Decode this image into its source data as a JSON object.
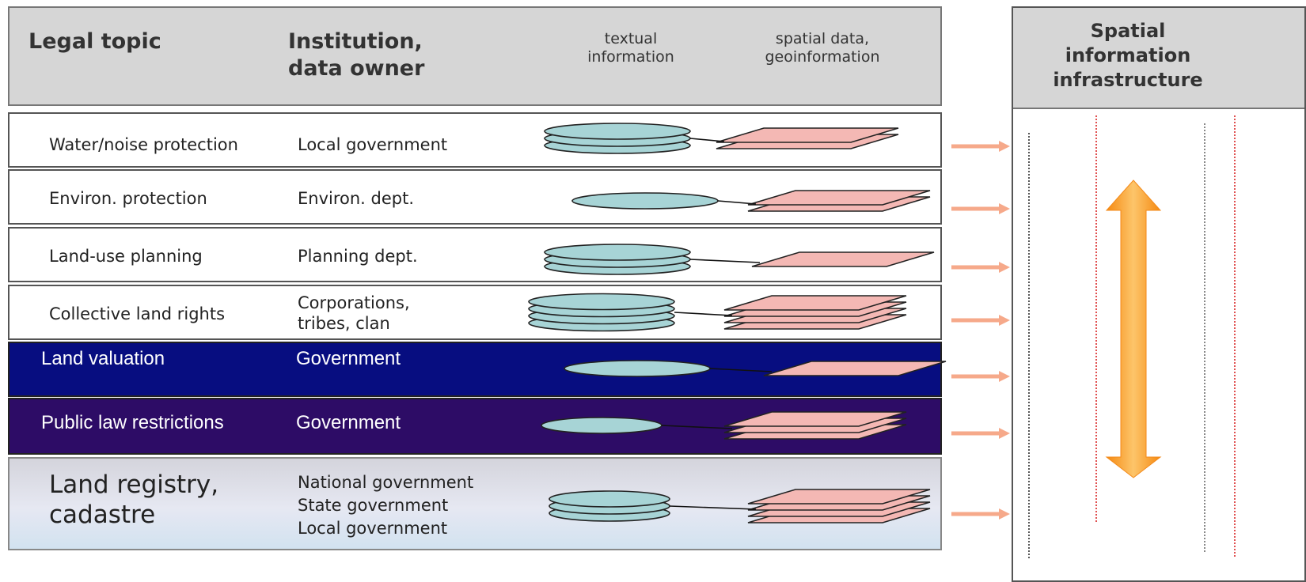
{
  "header": {
    "legal_topic": "Legal topic",
    "institution": "Institution,\ndata owner",
    "textual": "textual\ninformation",
    "spatial": "spatial data,\ngeoinformation"
  },
  "sdi": {
    "title": "Spatial\ninformation\ninfrastructure"
  },
  "rows": [
    {
      "topic": "Water/noise protection",
      "institution": "Local government",
      "disks": 3,
      "sheets": 2
    },
    {
      "topic": "Environ. protection",
      "institution": "Environ. dept.",
      "disks": 1,
      "sheets": 2
    },
    {
      "topic": "Land-use planning",
      "institution": "Planning dept.",
      "disks": 3,
      "sheets": 1
    },
    {
      "topic": "Collective land rights",
      "institution": "Corporations,\ntribes, clan",
      "disks": 4,
      "sheets": 4
    },
    {
      "topic": "Land valuation",
      "institution": "Government",
      "disks": 1,
      "sheets": 1
    },
    {
      "topic": "Public law restrictions",
      "institution": "Government",
      "disks": 1,
      "sheets": 3
    },
    {
      "topic": "Land registry,\ncadastre",
      "institution": "National government\nState government\nLocal government",
      "disks": 3,
      "sheets": 4
    }
  ],
  "colors": {
    "disk_fill": "#a7d4d6",
    "sheet_fill": "#f4b8b4",
    "arrow_orange": "#f79a2a",
    "small_arrow": "#f6a98a",
    "valuation_row": "#070d80",
    "restrictions_row": "#2d0c66"
  }
}
